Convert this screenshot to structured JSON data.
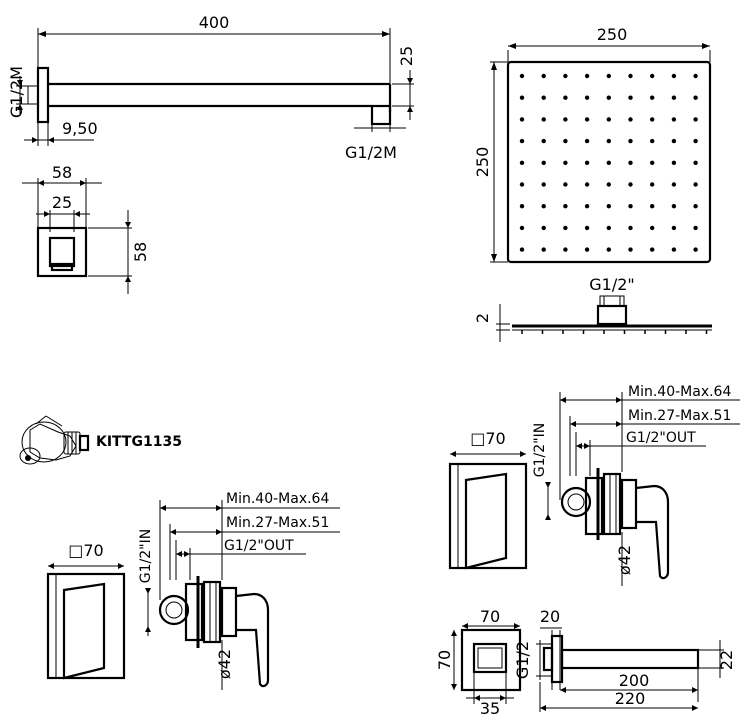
{
  "shower_arm": {
    "length": "400",
    "height": "25",
    "wall_thread": "G1/2M",
    "outlet_thread": "G1/2M",
    "offset": "9,50"
  },
  "arm_flange": {
    "width_outer": "58",
    "width_inner": "25",
    "height": "58"
  },
  "shower_head": {
    "width": "250",
    "height": "250",
    "connection": "G1/2\"",
    "thickness": "2"
  },
  "mixer_left": {
    "dim_a": "Min.40-Max.64",
    "dim_b": "Min.27-Max.51",
    "outlet": "G1/2\"OUT",
    "inlet": "G1/2\"IN",
    "plate": "□70",
    "diameter": "ø42"
  },
  "mixer_right": {
    "dim_a": "Min.40-Max.64",
    "dim_b": "Min.27-Max.51",
    "outlet": "G1/2\"OUT",
    "inlet": "G1/2\"IN",
    "plate": "□70",
    "diameter": "ø42"
  },
  "kit": {
    "code": "KITTG1135"
  },
  "spout": {
    "plate_width": "70",
    "plate_height": "70",
    "base": "35",
    "thread": "G1/2",
    "length_a": "200",
    "length_b": "220",
    "top": "20",
    "height": "22"
  }
}
